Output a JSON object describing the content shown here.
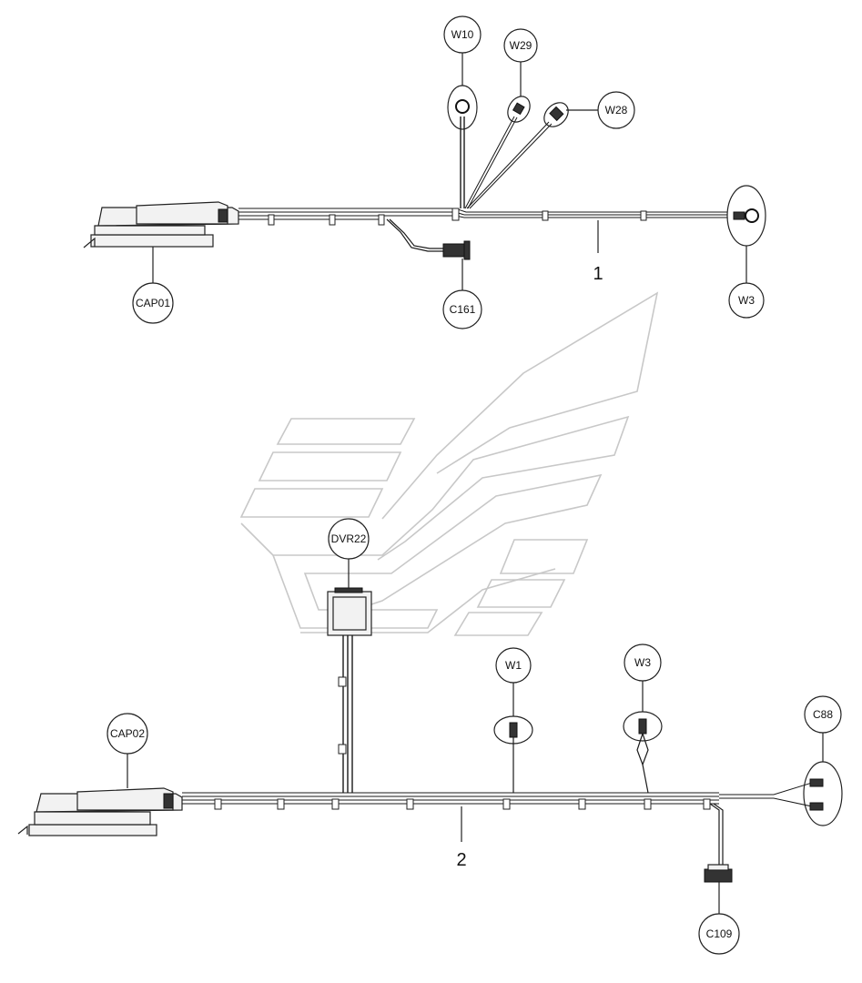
{
  "callouts": {
    "w10": "W10",
    "w29": "W29",
    "w28": "W28",
    "w3_top": "W3",
    "cap01": "CAP01",
    "c161": "C161",
    "dvr22": "DVR22",
    "w1": "W1",
    "w3_bottom": "W3",
    "c88": "C88",
    "cap02": "CAP02",
    "c109": "C109"
  },
  "item_numbers": {
    "harness_1": "1",
    "harness_2": "2"
  }
}
